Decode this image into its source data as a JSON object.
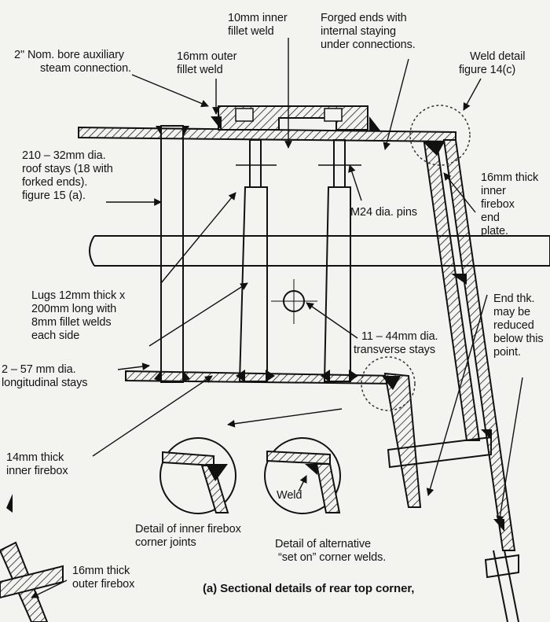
{
  "labels": {
    "inner_fillet_weld": [
      "10mm inner",
      "fillet weld"
    ],
    "forged_ends": [
      "Forged ends with",
      "internal staying",
      "under connections."
    ],
    "aux_steam": [
      "2\" Nom. bore auxiliary",
      "steam connection."
    ],
    "outer_fillet_weld": [
      "16mm outer",
      "fillet weld"
    ],
    "weld_detail": [
      "Weld detail",
      "figure 14(c)"
    ],
    "roof_stays": [
      "210 – 32mm dia.",
      "roof stays (18 with",
      "forked ends).",
      "figure 15 (a)."
    ],
    "inner_end_plate": [
      "16mm thick",
      "inner",
      "firebox",
      "end",
      "plate."
    ],
    "pins": [
      "M24 dia. pins"
    ],
    "lugs": [
      "Lugs 12mm thick x",
      "200mm long with",
      "8mm fillet welds",
      "each side"
    ],
    "end_thickness": [
      "End thk.",
      "may be",
      "reduced",
      "below this",
      "point."
    ],
    "transverse_stays": [
      "11 – 44mm dia.",
      "transverse stays"
    ],
    "longitudinal_stays": [
      "2 – 57 mm dia.",
      "longitudinal stays"
    ],
    "inner_firebox": [
      "14mm thick",
      "inner firebox"
    ],
    "weld": [
      "Weld"
    ],
    "detail_inner": [
      "Detail of inner firebox",
      "corner joints"
    ],
    "detail_alt": [
      "Detail of alternative",
      "“set on” corner welds."
    ],
    "outer_firebox": [
      "16mm thick",
      "outer firebox"
    ]
  },
  "caption": "(a) Sectional details of rear top corner,"
}
